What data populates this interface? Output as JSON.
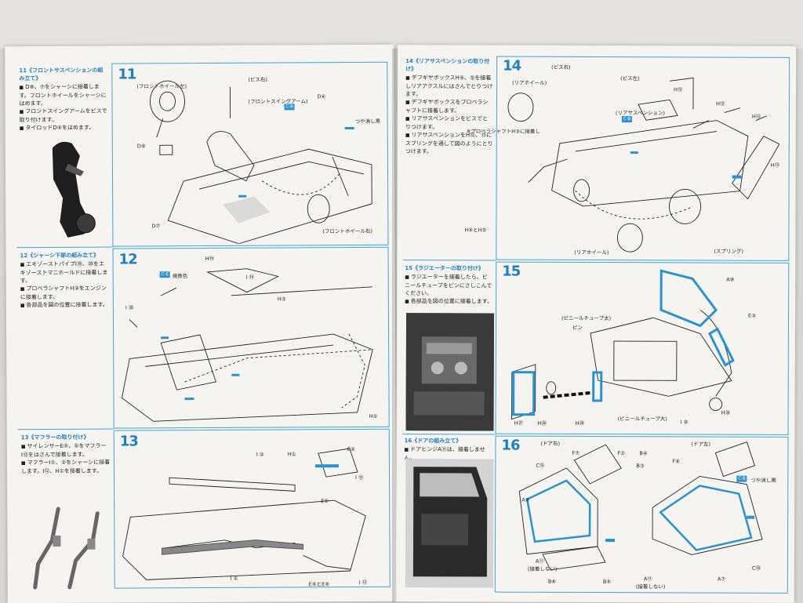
{
  "left_page": {
    "step11": {
      "number": "11",
      "title": "11《フロントサスペンションの組み立て》",
      "bullets": [
        "D⑧、⑦をシャーシに接着します。フロントホイールをシャーシにはめます。",
        "フロントスイングアームをビスで取り付けます。",
        "タイロッドD④をはめます。"
      ],
      "labels": [
        "(ビス右)",
        "(フロントホイール左)",
        "(フロントスイングアーム)",
        "つや消し黒",
        "D④",
        "D⑧",
        "D⑦",
        "(フロントホイール右)"
      ],
      "chip": "C-B"
    },
    "step12": {
      "number": "12",
      "title": "12《シャーシ下部の組み立て》",
      "bullets": [
        "エキゾーストパイプI⑲、⑳をエキゾーストマニホールドに接着します。",
        "プロペラシャフトH③をエンジンに接着します。",
        "各部品を図の位置に接着します。"
      ],
      "labels": [
        "H⑲",
        "焼鉄色",
        "I ⑭",
        "I ⑳",
        "H③",
        "H②"
      ],
      "chip": "C-E"
    },
    "step13": {
      "number": "13",
      "title": "13《マフラーの取り付け》",
      "bullets": [
        "サイレンサーE④、⑤をマフラーI⑫をはさんで接着します。",
        "マフラーI①、②をシャーシに接着します。I⑫、H①を接着します。"
      ],
      "labels": [
        "I ②",
        "H①",
        "E④",
        "I ⑫",
        "E⑤",
        "I ①",
        "E⑥とE⑨",
        "I ⑫"
      ]
    }
  },
  "right_page": {
    "step14": {
      "number": "14",
      "title": "14《リアサスペンションの取り付け》",
      "bullets": [
        "デフギヤボックスH④、⑤を接着しリアアクスルにはさんでとりつけます。",
        "デフギヤボックスをプロペラシャフトに接着します。",
        "リアサスペンションをビスでとりつけます。",
        "リアサスペンションをH⑫、⑬にスプリングを通して図のようにとりつけます。"
      ],
      "note": "※プロペラシャフトH③に接着し",
      "labels": [
        "(ビス右)",
        "(ビス左)",
        "(リアホイール)",
        "(リアサスペンション)",
        "H⑫",
        "H⑬",
        "H⑫",
        "H⑬",
        "H④とH⑤",
        "(リアホイール)",
        "(スプリング)"
      ],
      "chip": "C-B"
    },
    "step15": {
      "number": "15",
      "title": "15《ラジエーターの取り付け》",
      "bullets": [
        "ラジエーターを接着したら、ビニールチューブをピンにさしこんでください。",
        "各部品を図の位置に接着します。"
      ],
      "labels": [
        "A⑨",
        "E③",
        "(ビニールチューブ太)",
        "ピン",
        "H㉗",
        "H㉖",
        "H㉙",
        "(ビニールチューブ大)",
        "I ⑨",
        "H⑳"
      ]
    },
    "step16": {
      "number": "16",
      "title": "16《ドアの組み立て》",
      "bullets": [
        "ドアヒンジA⑪は、接着しません。"
      ],
      "labels": [
        "(ドア右)",
        "(ドア左)",
        "F⑦",
        "F②",
        "B④",
        "F⑧",
        "C⑮",
        "B③",
        "A⑧",
        "A⑪",
        "(接着しない)",
        "B⑥",
        "B⑤",
        "A⑪",
        "(接着しない)",
        "A⑦",
        "C⑱",
        "つや消し黒"
      ],
      "chip": "C-B"
    }
  },
  "colors": {
    "accent": "#1f7fc0",
    "frame": "#39a6d9",
    "paper": "#f5f4f0"
  }
}
